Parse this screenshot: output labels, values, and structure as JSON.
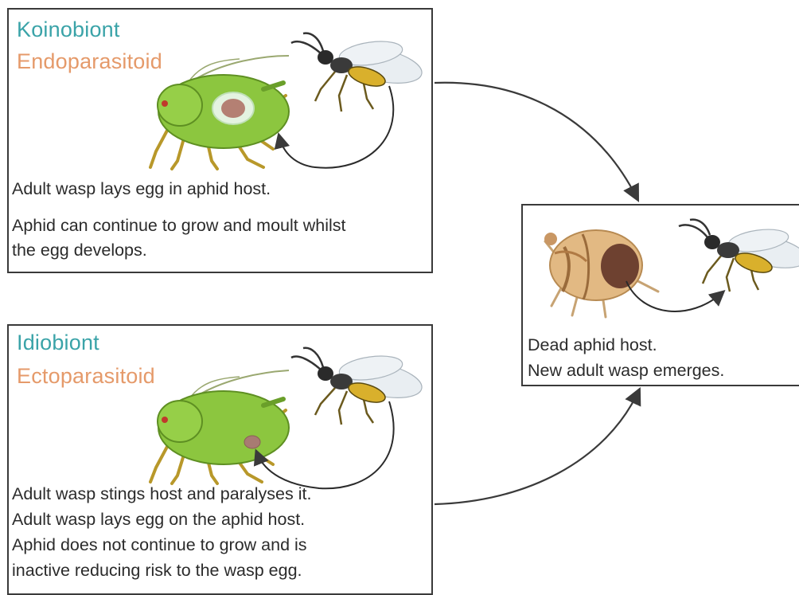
{
  "panels": {
    "koinobiont": {
      "title1": "Koinobiont",
      "title2": "Endoparasitoid",
      "line1": "Adult wasp lays egg in aphid host.",
      "line2a": "Aphid can continue to grow and moult whilst",
      "line2b": "the egg develops."
    },
    "idiobiont": {
      "title1": "Idiobiont",
      "title2": "Ectoparasitoid",
      "line1": "Adult wasp stings host and paralyses it.",
      "line2": "Adult wasp lays egg on the aphid host.",
      "line3": "Aphid does not continue to grow and is",
      "line4": "inactive reducing risk to the wasp egg."
    },
    "outcome": {
      "line1": "Dead aphid host.",
      "line2": "New adult wasp emerges."
    }
  },
  "colors": {
    "title_primary": "#3aa3a8",
    "title_secondary": "#e59a6a",
    "aphid_green": "#8cc63f",
    "wasp_yellow": "#d9b02c",
    "mummy_tan": "#e2b983",
    "arrow": "#3a3a3a"
  }
}
